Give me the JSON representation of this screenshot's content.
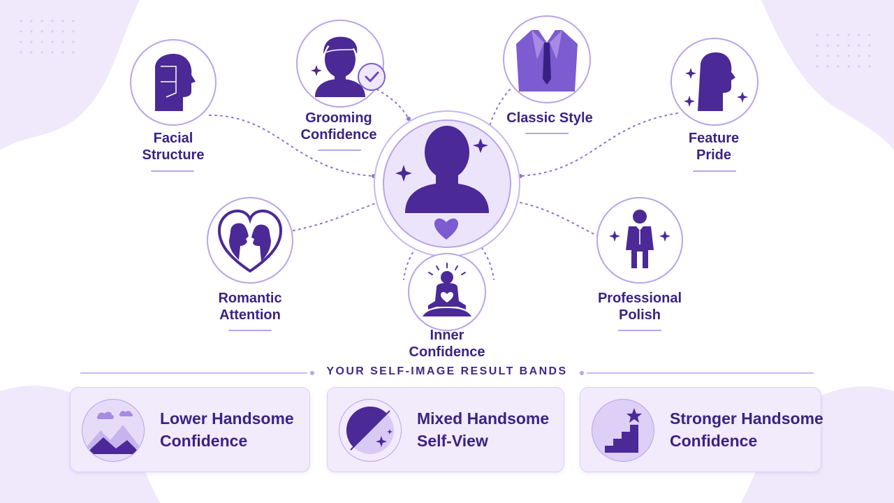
{
  "nodes": {
    "facial_structure": {
      "label": "Facial\nStructure"
    },
    "grooming_confidence": {
      "label": "Grooming\nConfidence"
    },
    "classic_style": {
      "label": "Classic Style"
    },
    "feature_pride": {
      "label": "Feature\nPride"
    },
    "romantic_attention": {
      "label": "Romantic\nAttention"
    },
    "inner_confidence": {
      "label": "Inner\nConfidence"
    },
    "professional_polish": {
      "label": "Professional\nPolish"
    }
  },
  "results": {
    "title": "YOUR SELF-IMAGE RESULT BANDS",
    "bands": [
      {
        "label": "Lower Handsome\nConfidence"
      },
      {
        "label": "Mixed Handsome\nSelf-View"
      },
      {
        "label": "Stronger Handsome\nConfidence"
      }
    ]
  },
  "colors": {
    "primary": "#4b2996",
    "accent": "#7d5bd0",
    "soft": "#ece4fb",
    "line": "#b9a4e8"
  }
}
